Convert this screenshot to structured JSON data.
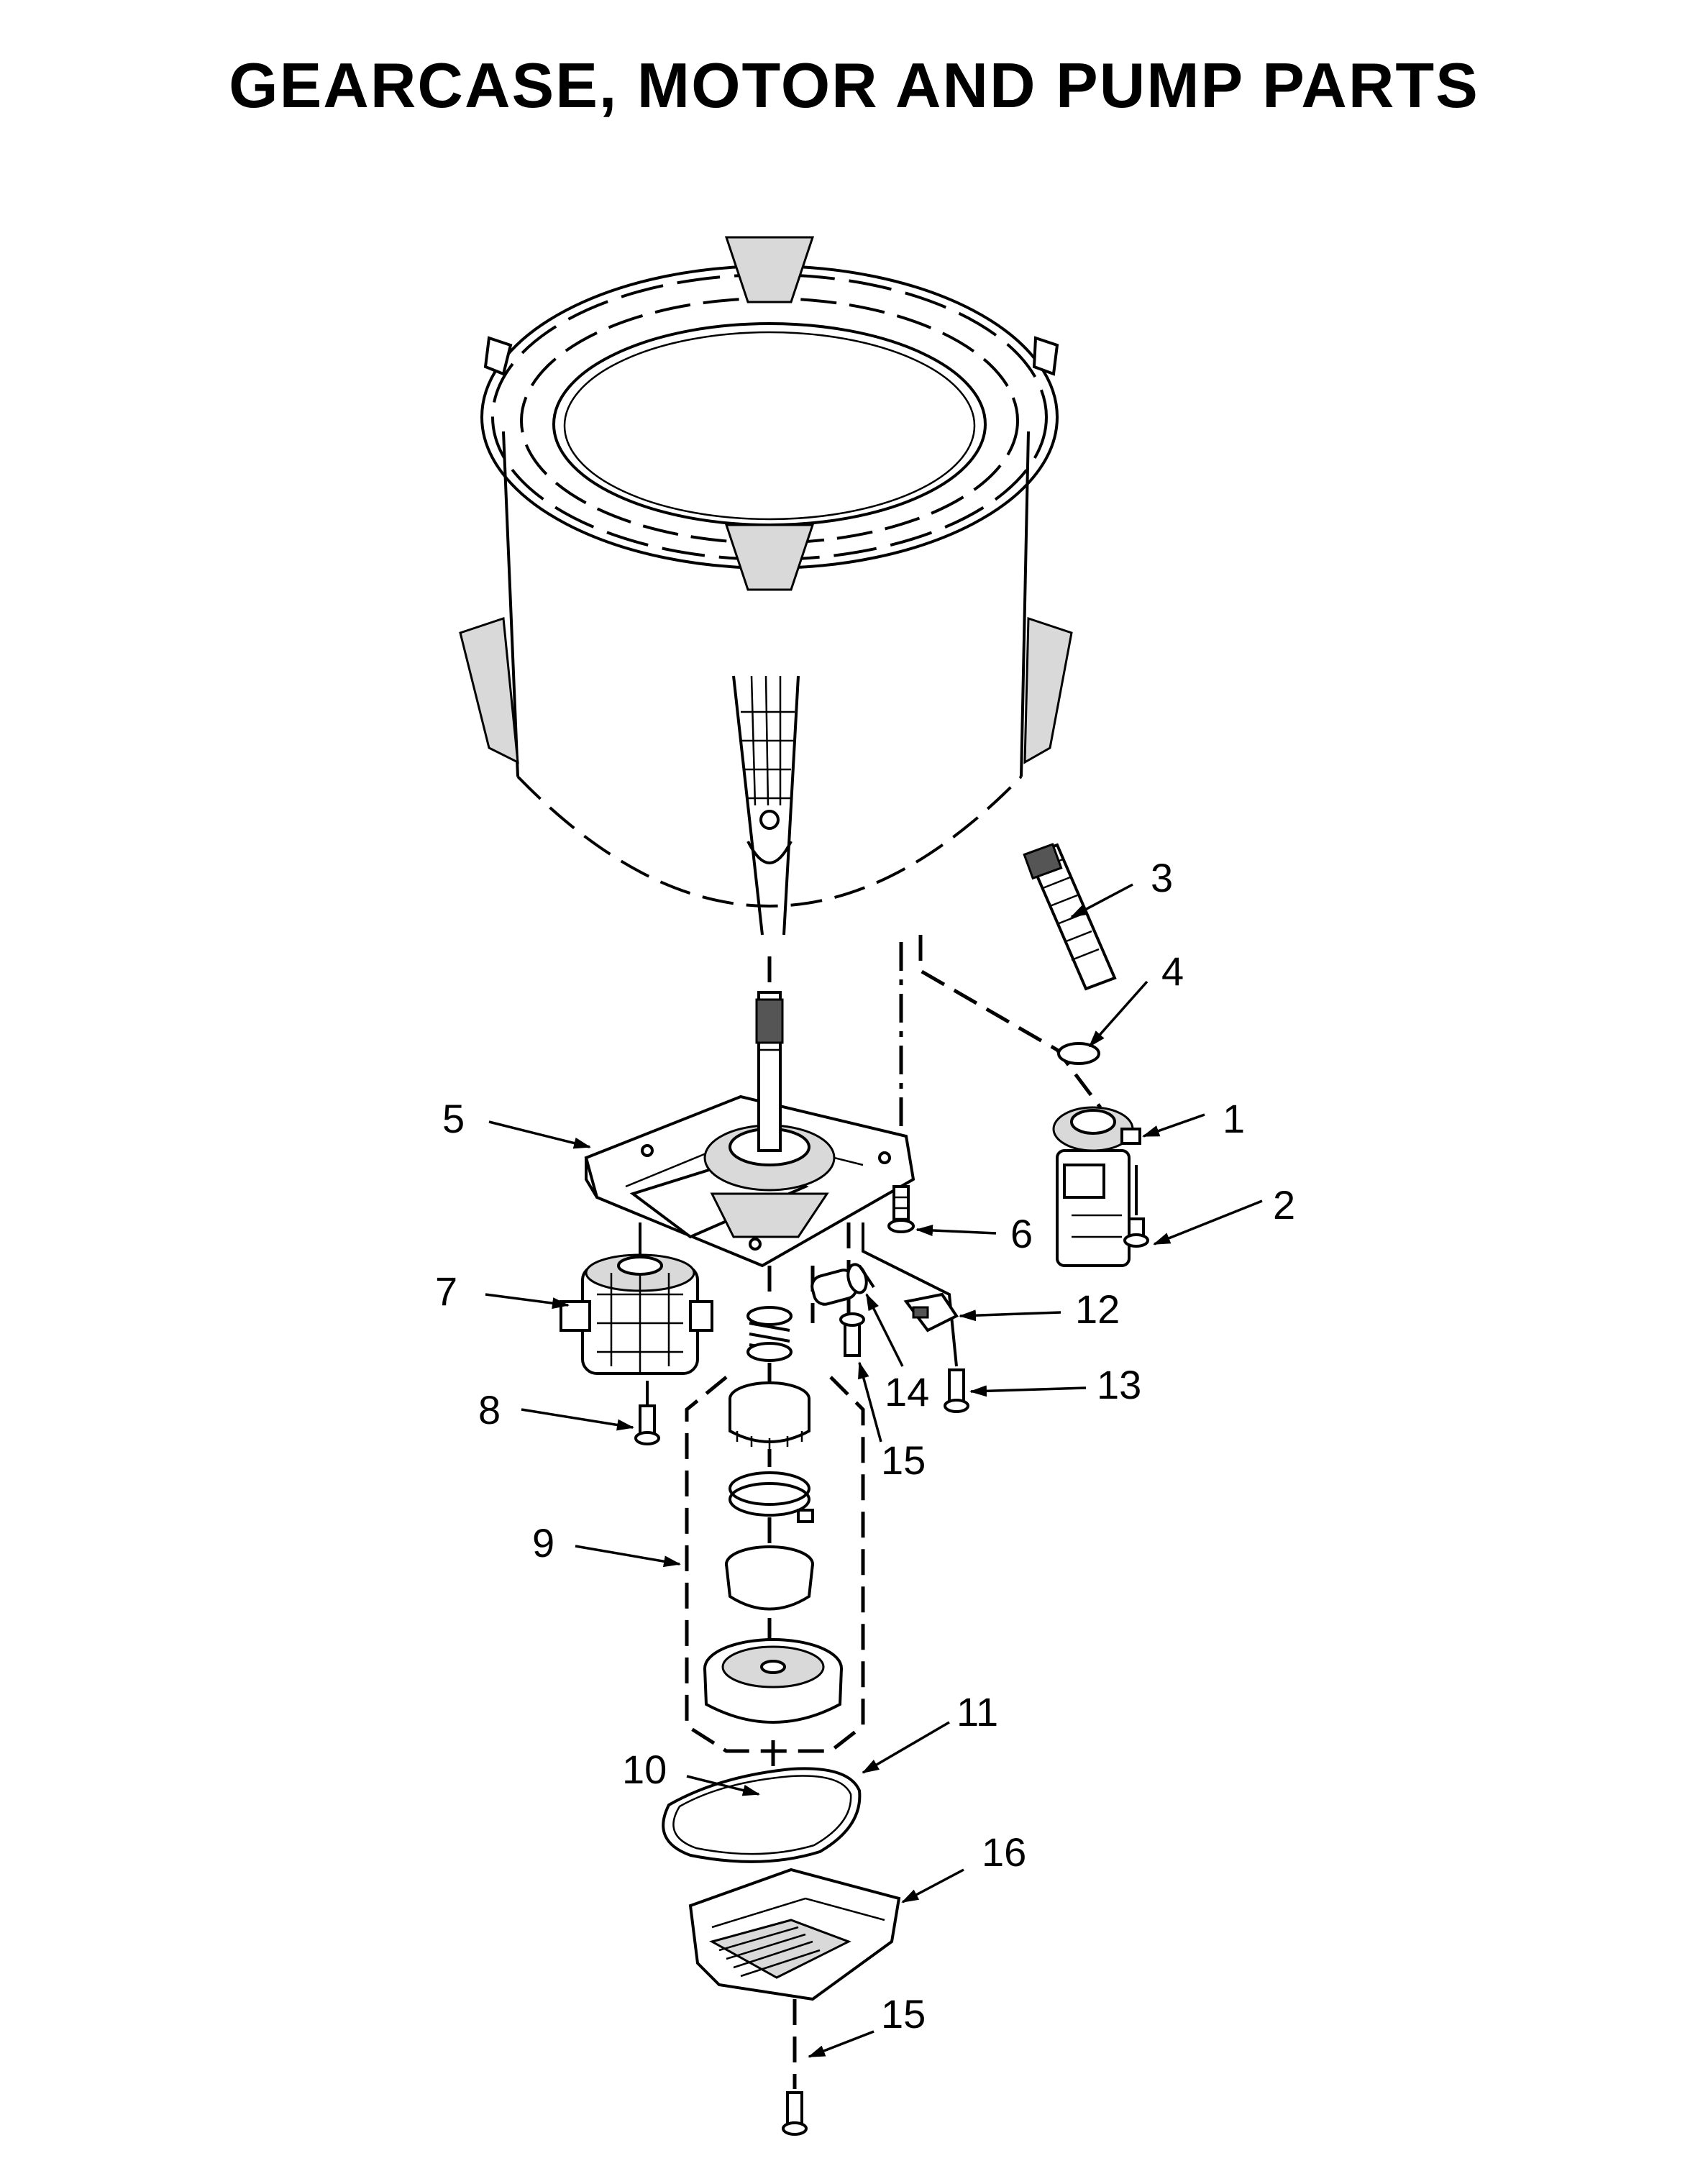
{
  "title": "GEARCASE, MOTOR AND PUMP PARTS",
  "callouts": [
    {
      "id": "callout-1",
      "label": "1"
    },
    {
      "id": "callout-2",
      "label": "2"
    },
    {
      "id": "callout-3",
      "label": "3"
    },
    {
      "id": "callout-4",
      "label": "4"
    },
    {
      "id": "callout-5",
      "label": "5"
    },
    {
      "id": "callout-6",
      "label": "6"
    },
    {
      "id": "callout-7",
      "label": "7"
    },
    {
      "id": "callout-8",
      "label": "8"
    },
    {
      "id": "callout-9",
      "label": "9"
    },
    {
      "id": "callout-10",
      "label": "10"
    },
    {
      "id": "callout-11",
      "label": "11"
    },
    {
      "id": "callout-12",
      "label": "12"
    },
    {
      "id": "callout-13",
      "label": "13"
    },
    {
      "id": "callout-14",
      "label": "14"
    },
    {
      "id": "callout-15a",
      "label": "15"
    },
    {
      "id": "callout-15b",
      "label": "15"
    },
    {
      "id": "callout-16",
      "label": "16"
    }
  ]
}
